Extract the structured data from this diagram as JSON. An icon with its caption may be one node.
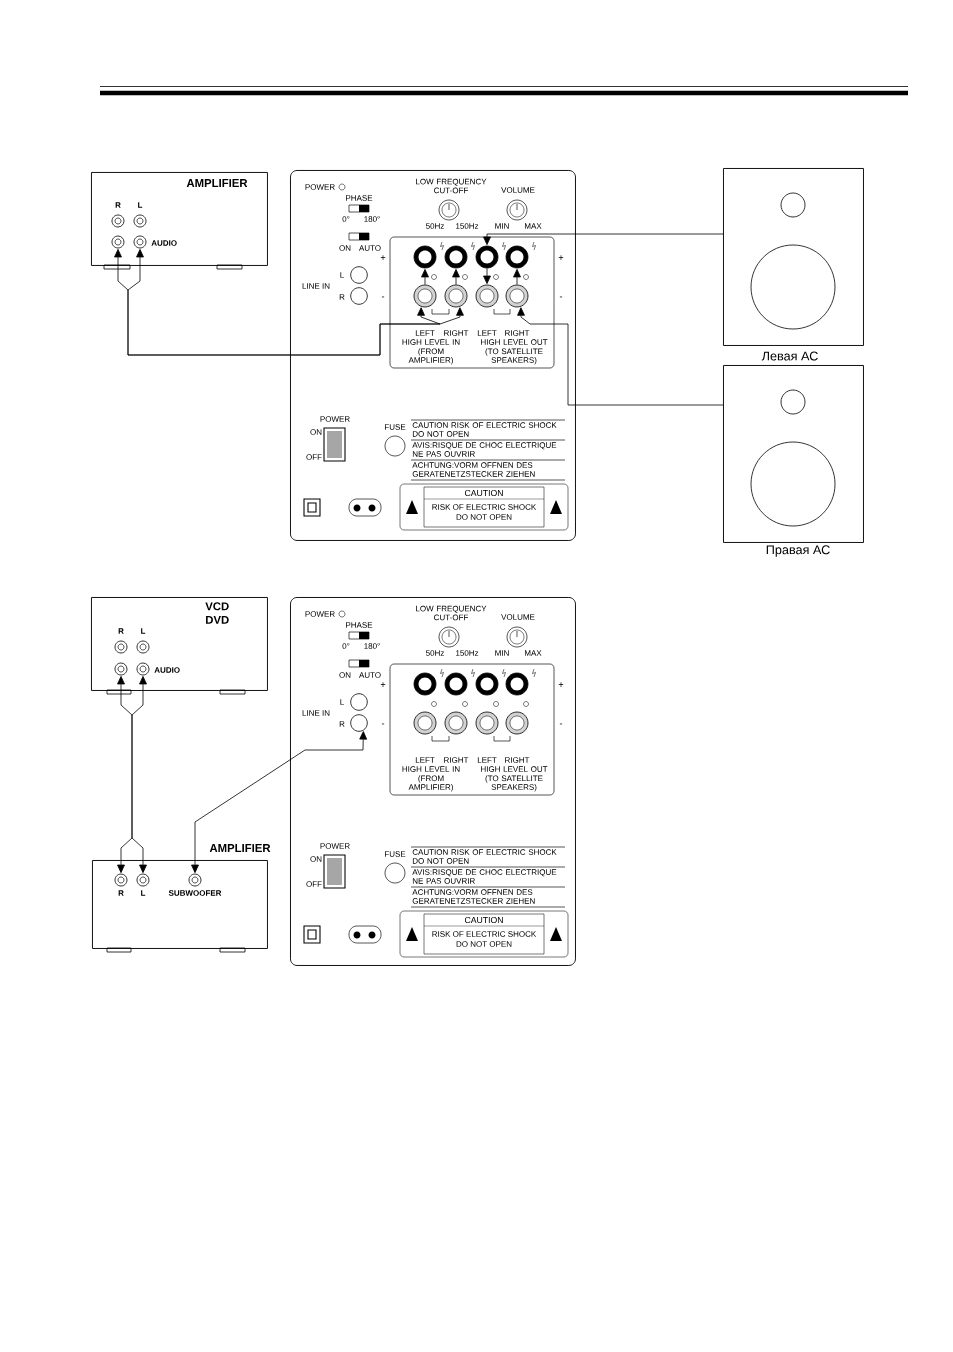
{
  "diagram": {
    "nodes": [
      {
        "text": [
          "AMPLIFIER"
        ]
      },
      {
        "text": [],
        "shape": "circle",
        "in": 0,
        "beside": [
          "R"
        ]
      },
      {
        "text": [],
        "shape": "circle",
        "in": 0,
        "beside": [
          "L"
        ]
      },
      {
        "text": [],
        "shape": "circle",
        "in": 0
      },
      {
        "text": [],
        "shape": "circle",
        "in": 0
      },
      {
        "text": [],
        "shape": "box"
      },
      {
        "text": [],
        "shape": "circle",
        "in": 5
      },
      {
        "text": [],
        "shape": "circle",
        "in": 5
      },
      {
        "text": [],
        "shape": "circle",
        "in": 5
      },
      {
        "text": [],
        "shape": "circle",
        "in": 5
      },
      {
        "text": [],
        "shape": "circle",
        "in": 5
      },
      {
        "text": [],
        "shape": "circle",
        "in": 5
      },
      {
        "text": [],
        "shape": "circle",
        "in": 5
      },
      {
        "text": [],
        "shape": "circle",
        "in": 5
      },
      {
        "text": [],
        "shape": "circle",
        "in": 5
      },
      {
        "text": [],
        "shape": "circle",
        "in": 5
      },
      {
        "text": [],
        "shape": "box",
        "beside": [
          "Левая АС"
        ]
      },
      {
        "text": [],
        "shape": "box",
        "beside": [
          "Правая АС"
        ]
      },
      {
        "text": [
          "VCD DVD"
        ]
      },
      {
        "text": [],
        "shape": "circle",
        "in": 18,
        "beside": [
          "R"
        ]
      },
      {
        "text": [],
        "shape": "circle",
        "in": 18,
        "beside": [
          "L"
        ]
      },
      {
        "text": [],
        "shape": "circle",
        "in": 18
      },
      {
        "text": [],
        "shape": "circle",
        "in": 18
      },
      {
        "text": [],
        "shape": "box"
      },
      {
        "text": [],
        "shape": "circle",
        "in": 23
      },
      {
        "text": [],
        "shape": "circle",
        "in": 23
      },
      {
        "text": [],
        "shape": "circle",
        "in": 23
      },
      {
        "text": [],
        "shape": "circle",
        "in": 23
      },
      {
        "text": [],
        "shape": "circle",
        "in": 23
      },
      {
        "text": [],
        "shape": "circle",
        "in": 23
      },
      {
        "text": [],
        "shape": "circle",
        "in": 23
      },
      {
        "text": [],
        "shape": "circle",
        "in": 23
      },
      {
        "text": [],
        "shape": "circle",
        "in": 23
      },
      {
        "text": [],
        "shape": "circle",
        "in": 23
      },
      {
        "text": [
          "AMPLIFIER"
        ]
      },
      {
        "text": [],
        "shape": "circle",
        "in": 34,
        "beside": [
          "R"
        ]
      },
      {
        "text": [],
        "shape": "circle",
        "in": 34,
        "beside": [
          "L"
        ]
      },
      {
        "text": [],
        "shape": "circle",
        "in": 34,
        "beside": [
          "SUBWOOFER"
        ]
      }
    ],
    "edges": [
      {
        "from": 3,
        "to": 13,
        "arrow": "both"
      },
      {
        "from": 4,
        "to": 12,
        "arrow": "both"
      },
      {
        "from": 16,
        "to": 10,
        "arrow": "to"
      },
      {
        "from": 17,
        "to": 15,
        "arrow": "to"
      },
      {
        "from": 12,
        "to": 8,
        "arrow": "to"
      },
      {
        "from": 13,
        "to": 9,
        "arrow": "to"
      },
      {
        "from": 10,
        "to": 14,
        "arrow": "to"
      },
      {
        "from": 15,
        "to": 11,
        "arrow": "to"
      },
      {
        "from": 21,
        "to": 35,
        "arrow": "both"
      },
      {
        "from": 22,
        "to": 36,
        "arrow": "both"
      },
      {
        "from": 37,
        "to": 25,
        "arrow": "both"
      }
    ],
    "labels": [
      "AUDIO",
      "POWER",
      "PHASE",
      "0°",
      "180°",
      "ON",
      "AUTO",
      "L",
      "LINE IN",
      "R",
      "LOW FREQUENCY CUT-OFF",
      "VOLUME",
      "50Hz",
      "150Hz",
      "MIN",
      "MAX",
      "+",
      "+",
      "-",
      "-",
      "LEFT",
      "RIGHT",
      "LEFT",
      "RIGHT",
      "HIGH LEVEL IN",
      "(FROM AMPLIFIER)",
      "HIGH LEVEL OUT",
      "(TO SATELLITE SPEAKERS)",
      "POWER",
      "ON",
      "OFF",
      "FUSE",
      "CAUTION RISK OF ELECTRIC SHOCK DO NOT OPEN",
      "AVIS:RISQUE DE CHOC ELECTRIQUE NE PAS OUVRIR",
      "ACHTUNG:VORM OFFNEN DES GERATENETZSTECKER ZIEHEN",
      "CAUTION",
      "RISK OF ELECTRIC SHOCK",
      "DO NOT OPEN",
      "AUDIO",
      "POWER",
      "PHASE",
      "0°",
      "180°",
      "ON",
      "AUTO",
      "L",
      "LINE IN",
      "R",
      "LOW FREQUENCY CUT-OFF",
      "VOLUME",
      "50Hz",
      "150Hz",
      "MIN",
      "MAX",
      "+",
      "+",
      "-",
      "-",
      "LEFT",
      "RIGHT",
      "LEFT",
      "RIGHT",
      "HIGH LEVEL IN",
      "(FROM AMPLIFIER)",
      "HIGH LEVEL OUT",
      "(TO SATELLITE SPEAKERS)",
      "POWER",
      "ON",
      "OFF",
      "FUSE",
      "CAUTION RISK OF ELECTRIC SHOCK DO NOT OPEN",
      "AVIS:RISQUE DE CHOC ELECTRIQUE NE PAS OUVRIR",
      "ACHTUNG:VORM OFFNEN DES GERATENETZSTECKER ZIEHEN",
      "CAUTION",
      "RISK OF ELECTRIC SHOCK",
      "DO NOT OPEN"
    ]
  }
}
